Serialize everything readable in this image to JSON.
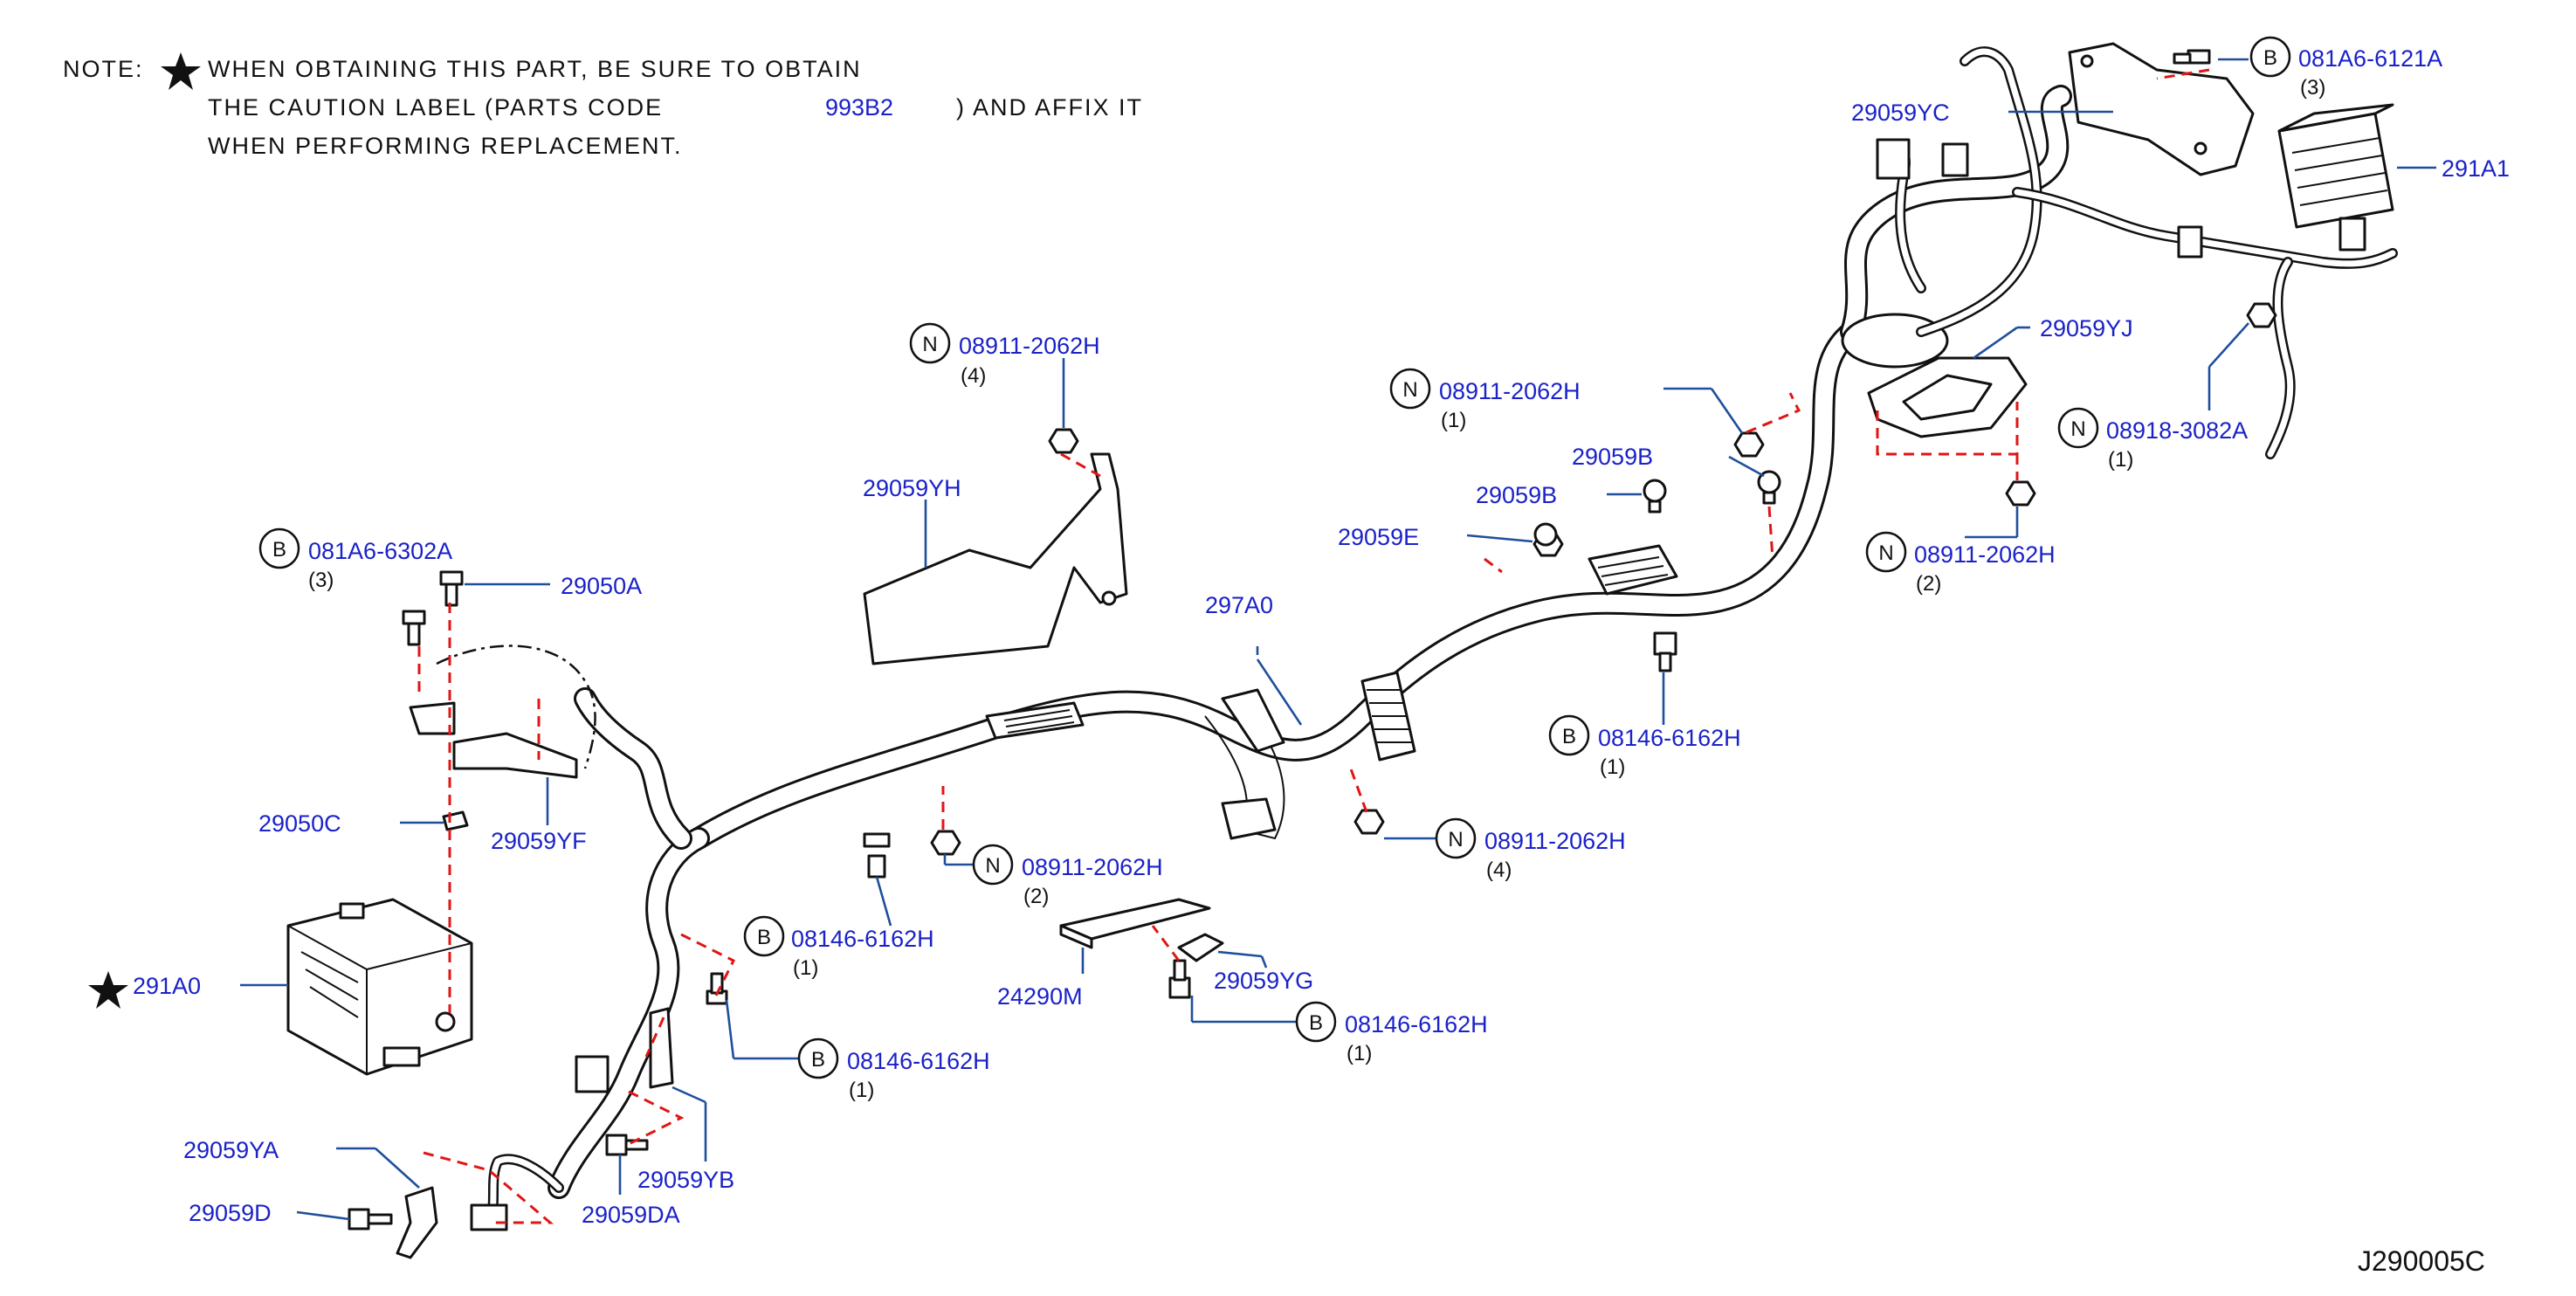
{
  "note": {
    "prefix": "NOTE:",
    "line1": "WHEN OBTAINING THIS PART, BE SURE TO OBTAIN",
    "line2a": "THE CAUTION LABEL (PARTS CODE",
    "code": "993B2",
    "line2b": ") AND AFFIX IT",
    "line3": "WHEN PERFORMING REPLACEMENT."
  },
  "reference": "J290005C",
  "callouts": [
    {
      "code": "081A6-6121A",
      "badge": "B",
      "qty": "(3)"
    },
    {
      "code": "29059YC"
    },
    {
      "code": "291A1"
    },
    {
      "code": "29059YJ"
    },
    {
      "code": "08918-3082A",
      "badge": "N",
      "qty": "(1)"
    },
    {
      "code": "08911-2062H",
      "badge": "N",
      "qty": "(2)"
    },
    {
      "code": "08911-2062H",
      "badge": "N",
      "qty": "(1)"
    },
    {
      "code": "29059B"
    },
    {
      "code": "29059B"
    },
    {
      "code": "29059E"
    },
    {
      "code": "08911-2062H",
      "badge": "N",
      "qty": "(4)"
    },
    {
      "code": "29059YH"
    },
    {
      "code": "297A0"
    },
    {
      "code": "08146-6162H",
      "badge": "B",
      "qty": "(1)"
    },
    {
      "code": "08911-2062H",
      "badge": "N",
      "qty": "(4)"
    },
    {
      "code": "081A6-6302A",
      "badge": "B",
      "qty": "(3)"
    },
    {
      "code": "29050A"
    },
    {
      "code": "29050C"
    },
    {
      "code": "29059YF"
    },
    {
      "code": "291A0",
      "starred": true
    },
    {
      "code": "08911-2062H",
      "badge": "N",
      "qty": "(2)"
    },
    {
      "code": "08146-6162H",
      "badge": "B",
      "qty": "(1)"
    },
    {
      "code": "24290M"
    },
    {
      "code": "29059YG"
    },
    {
      "code": "08146-6162H",
      "badge": "B",
      "qty": "(1)"
    },
    {
      "code": "08146-6162H",
      "badge": "B",
      "qty": "(1)"
    },
    {
      "code": "29059YA"
    },
    {
      "code": "29059D"
    },
    {
      "code": "29059DA"
    },
    {
      "code": "29059YB"
    }
  ],
  "colors": {
    "part_code": "#1a22c8",
    "leader": "#1f4f9c",
    "dashed_link": "#e01515",
    "line_art": "#111111"
  },
  "icons": [
    "star-icon",
    "bolt-icon",
    "nut-icon",
    "clip-icon",
    "connector-icon"
  ]
}
